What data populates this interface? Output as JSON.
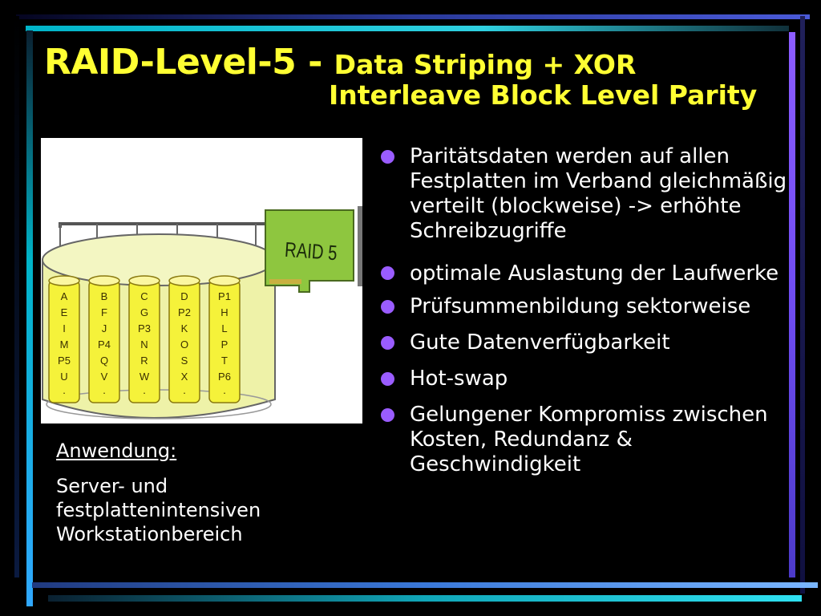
{
  "title": {
    "main": "RAID-Level-5 - ",
    "sub1": "Data Striping + XOR",
    "sub2": "Interleave Block Level Parity"
  },
  "figure": {
    "controller_label": "RAID 5",
    "disks": [
      [
        "A",
        "E",
        "I",
        "M",
        "P5",
        "U",
        "·"
      ],
      [
        "B",
        "F",
        "J",
        "P4",
        "Q",
        "V",
        "·"
      ],
      [
        "C",
        "G",
        "P3",
        "N",
        "R",
        "W",
        "·"
      ],
      [
        "D",
        "P2",
        "K",
        "O",
        "S",
        "X",
        "·"
      ],
      [
        "P1",
        "H",
        "L",
        "P",
        "T",
        "P6",
        "·"
      ]
    ],
    "colors": {
      "disk_fill": "#f5f23a",
      "cylinder_fill": "#eef2a8",
      "controller_fill": "#8ec63f"
    }
  },
  "application": {
    "label": "Anwendung:",
    "text": "Server- und festplattenintensiven Workstationbereich"
  },
  "bullets": [
    "Paritätsdaten werden auf allen Festplatten im Verband gleichmäßig verteilt (blockweise) -> erhöhte Schreibzugriffe",
    "optimale Auslastung der Laufwerke",
    "Prüfsummenbildung sektorweise",
    "Gute Datenverfügbarkeit",
    "Hot-swap",
    "Gelungener Kompromiss zwischen Kosten, Redundanz & Geschwindigkeit"
  ],
  "colors": {
    "background": "#000000",
    "title": "#ffff33",
    "bullet": "#9a5cff",
    "text": "#ffffff"
  }
}
